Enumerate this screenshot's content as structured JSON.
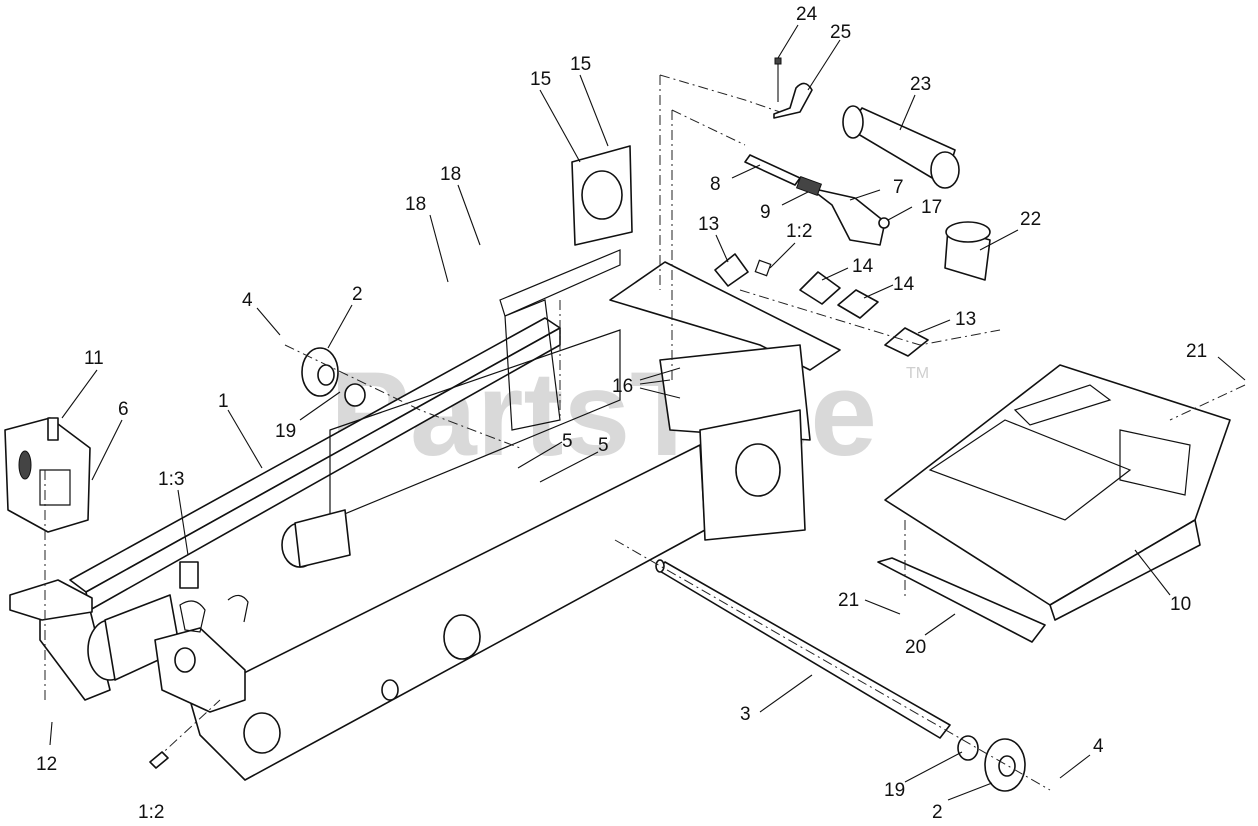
{
  "watermark": "PartsTree",
  "trademark": "TM",
  "callouts": [
    {
      "id": "c24",
      "text": "24"
    },
    {
      "id": "c25",
      "text": "25"
    },
    {
      "id": "c23",
      "text": "23"
    },
    {
      "id": "c15a",
      "text": "15"
    },
    {
      "id": "c15b",
      "text": "15"
    },
    {
      "id": "c18a",
      "text": "18"
    },
    {
      "id": "c18b",
      "text": "18"
    },
    {
      "id": "c8",
      "text": "8"
    },
    {
      "id": "c7",
      "text": "7"
    },
    {
      "id": "c9",
      "text": "9"
    },
    {
      "id": "c17",
      "text": "17"
    },
    {
      "id": "c22",
      "text": "22"
    },
    {
      "id": "c13a",
      "text": "13"
    },
    {
      "id": "c12ref",
      "text": "1:2"
    },
    {
      "id": "c14a",
      "text": "14"
    },
    {
      "id": "c14b",
      "text": "14"
    },
    {
      "id": "c13b",
      "text": "13"
    },
    {
      "id": "c4a",
      "text": "4"
    },
    {
      "id": "c2a",
      "text": "2"
    },
    {
      "id": "c11",
      "text": "11"
    },
    {
      "id": "c6",
      "text": "6"
    },
    {
      "id": "c1",
      "text": "1"
    },
    {
      "id": "c19a",
      "text": "19"
    },
    {
      "id": "c16",
      "text": "16"
    },
    {
      "id": "c5a",
      "text": "5"
    },
    {
      "id": "c5b",
      "text": "5"
    },
    {
      "id": "c21a",
      "text": "21"
    },
    {
      "id": "c13ref",
      "text": "1:3"
    },
    {
      "id": "c10",
      "text": "10"
    },
    {
      "id": "c21b",
      "text": "21"
    },
    {
      "id": "c20",
      "text": "20"
    },
    {
      "id": "c3",
      "text": "3"
    },
    {
      "id": "c12",
      "text": "12"
    },
    {
      "id": "c12ref2",
      "text": "1:2"
    },
    {
      "id": "c19b",
      "text": "19"
    },
    {
      "id": "c2b",
      "text": "2"
    },
    {
      "id": "c4b",
      "text": "4"
    }
  ]
}
